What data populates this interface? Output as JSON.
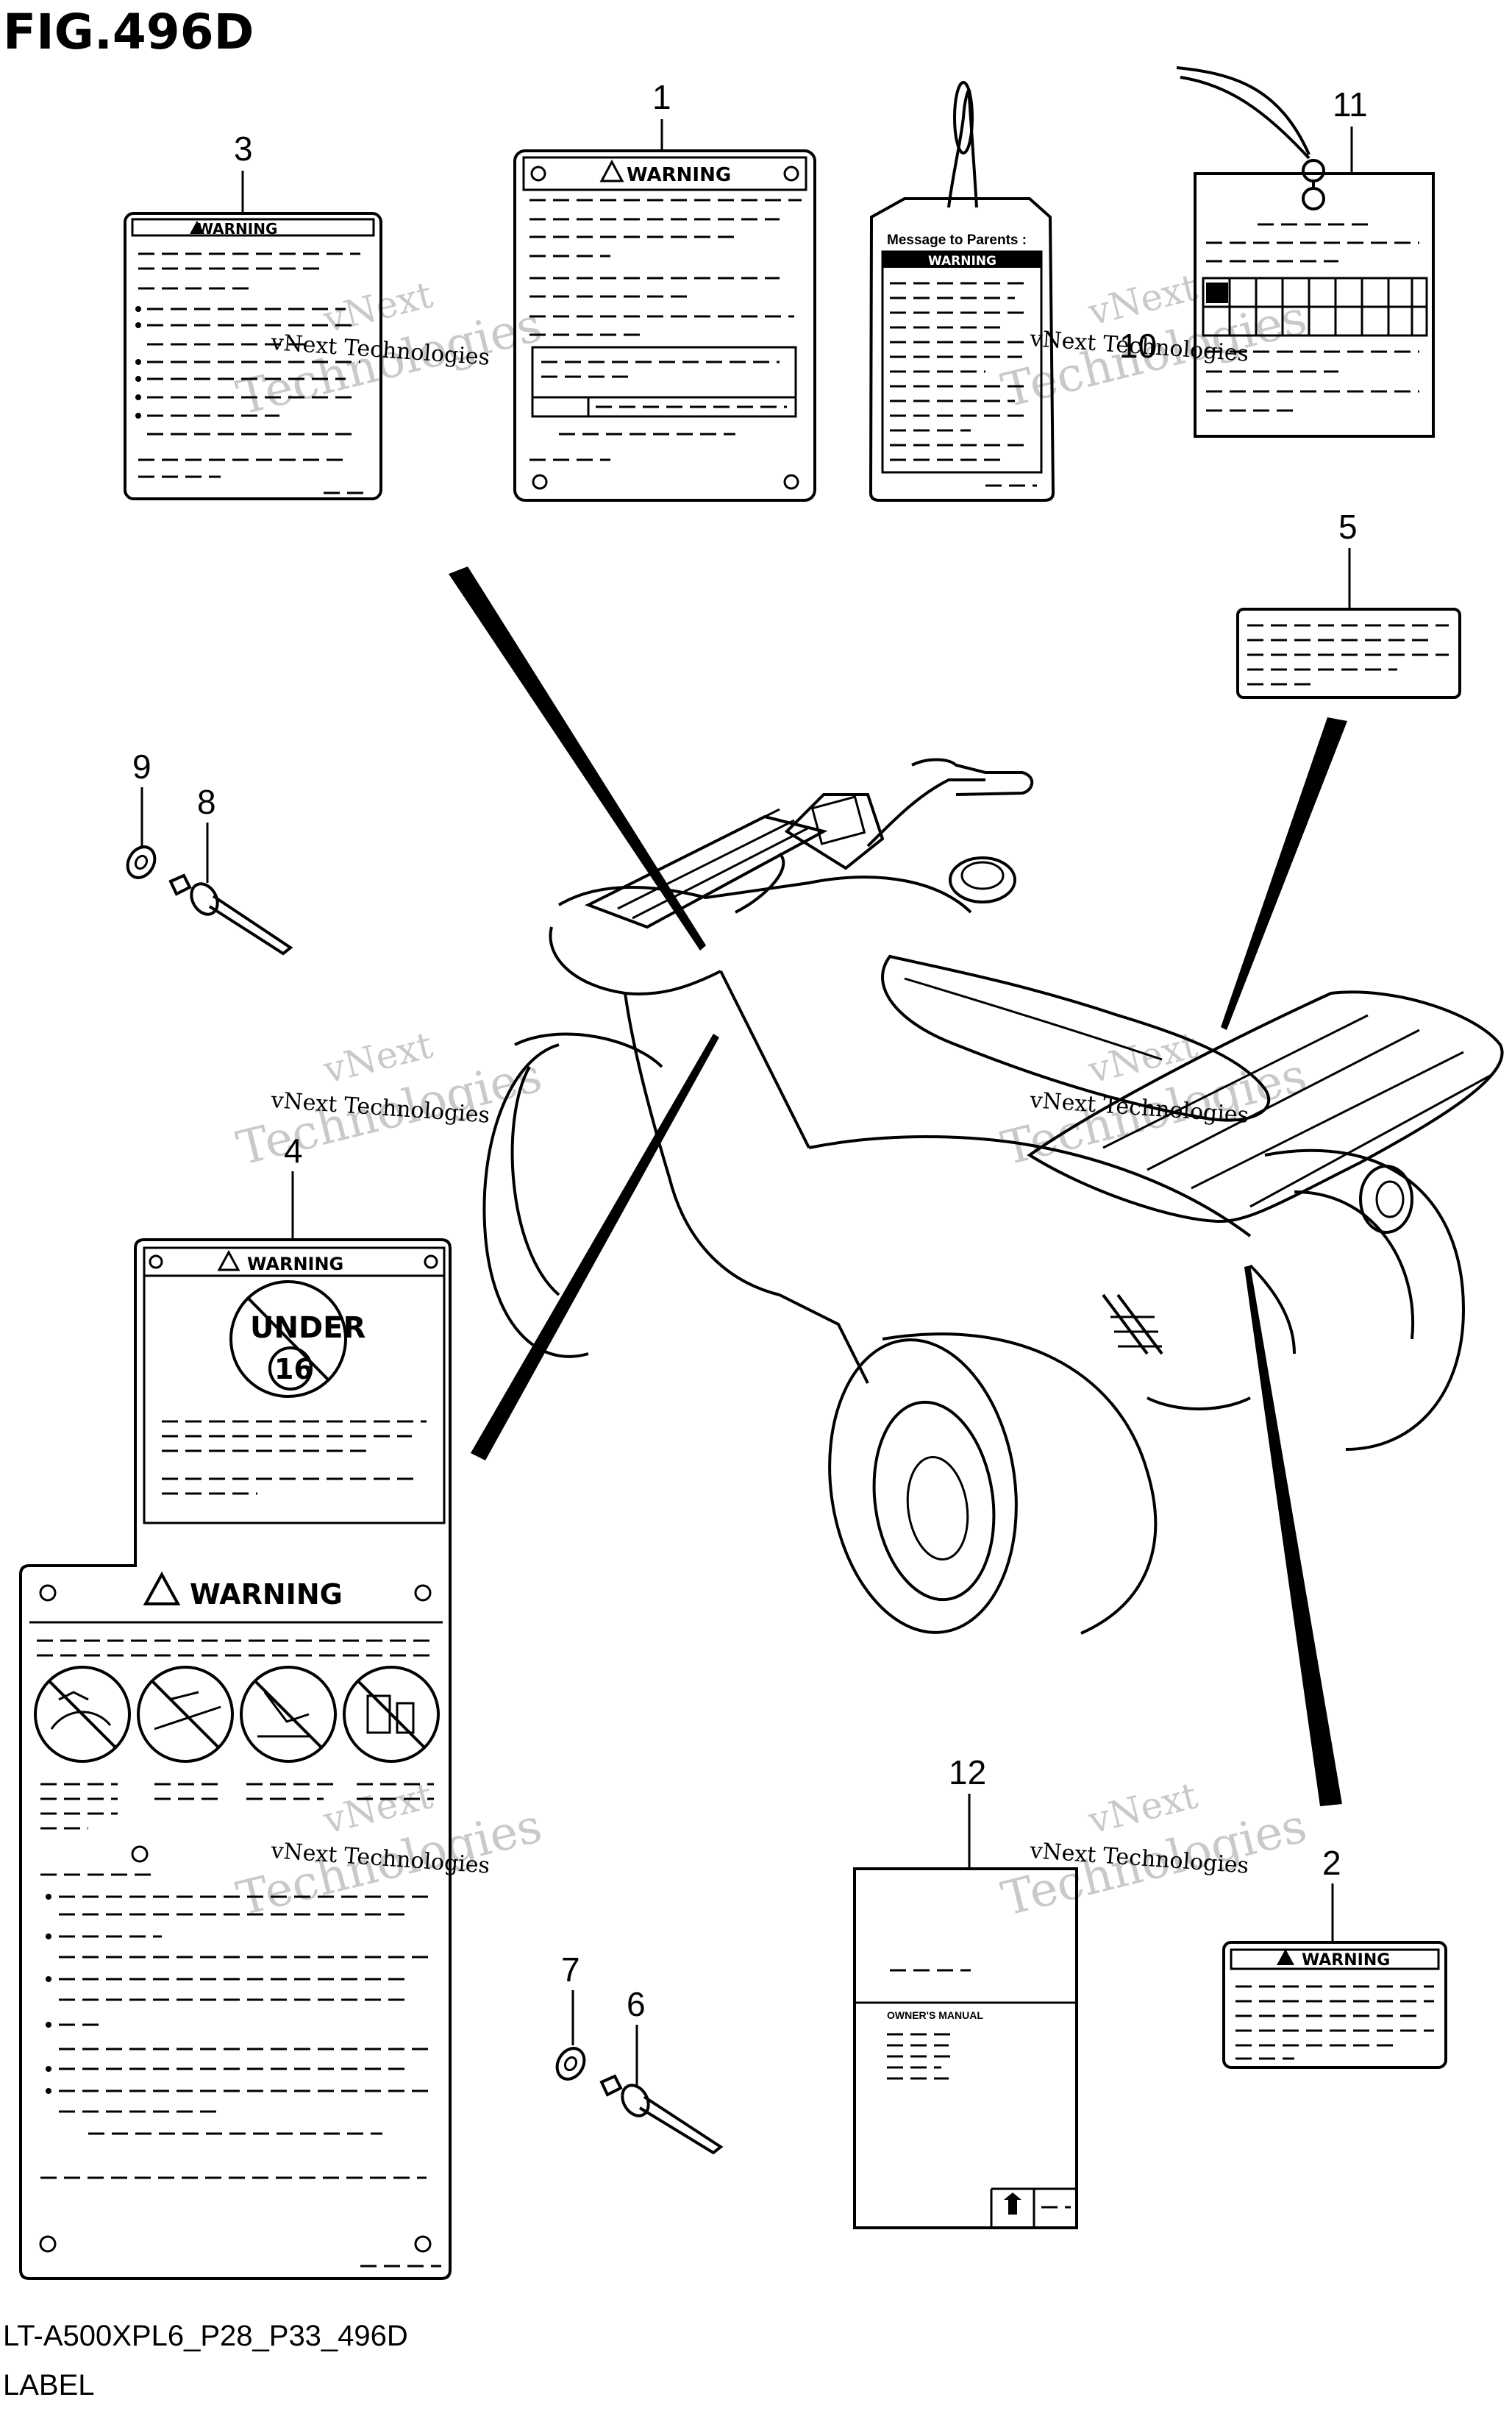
{
  "figure": {
    "title": "FIG.496D",
    "code": "LT-A500XPL6_P28_P33_496D",
    "name": "LABEL"
  },
  "callouts": [
    "1",
    "2",
    "3",
    "4",
    "5",
    "6",
    "7",
    "8",
    "9",
    "10",
    "11",
    "12"
  ],
  "labels": {
    "warning": "WARNING",
    "message_to_parents": "Message to Parents :",
    "under": "UNDER",
    "age": "16",
    "owners_manual": "OWNER'S MANUAL"
  },
  "watermark": {
    "brand": "vNext",
    "company": "vNext Technologies",
    "word": "Technologies"
  }
}
